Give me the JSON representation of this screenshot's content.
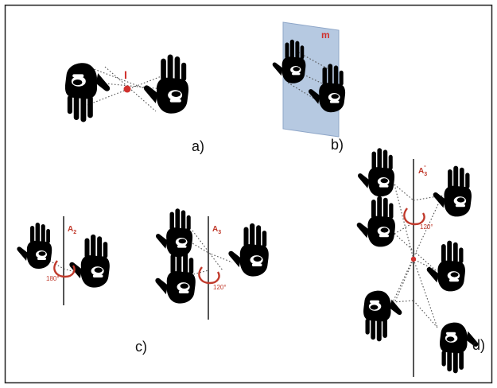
{
  "panels": {
    "a": {
      "label": "a)",
      "center_label": "I"
    },
    "b": {
      "label": "b)",
      "plane_label": "m"
    },
    "c": {
      "label": "c)",
      "axis2_label": "A",
      "axis2_sub": "2",
      "axis2_angle": "180°",
      "axis3_label": "A",
      "axis3_sub": "3",
      "axis3_angle": "120°"
    },
    "d": {
      "label": "d)",
      "axis_label": "A",
      "axis_sub": "3",
      "axis_sup": "-",
      "axis_angle": "120°"
    }
  },
  "colors": {
    "hand": "#000000",
    "accent": "#d0312d",
    "mirror": "#a9bfdc",
    "frame": "#222222"
  },
  "icons": [
    "hand-icon",
    "mirror-plane",
    "inversion-center-dot",
    "rotation-arc"
  ]
}
